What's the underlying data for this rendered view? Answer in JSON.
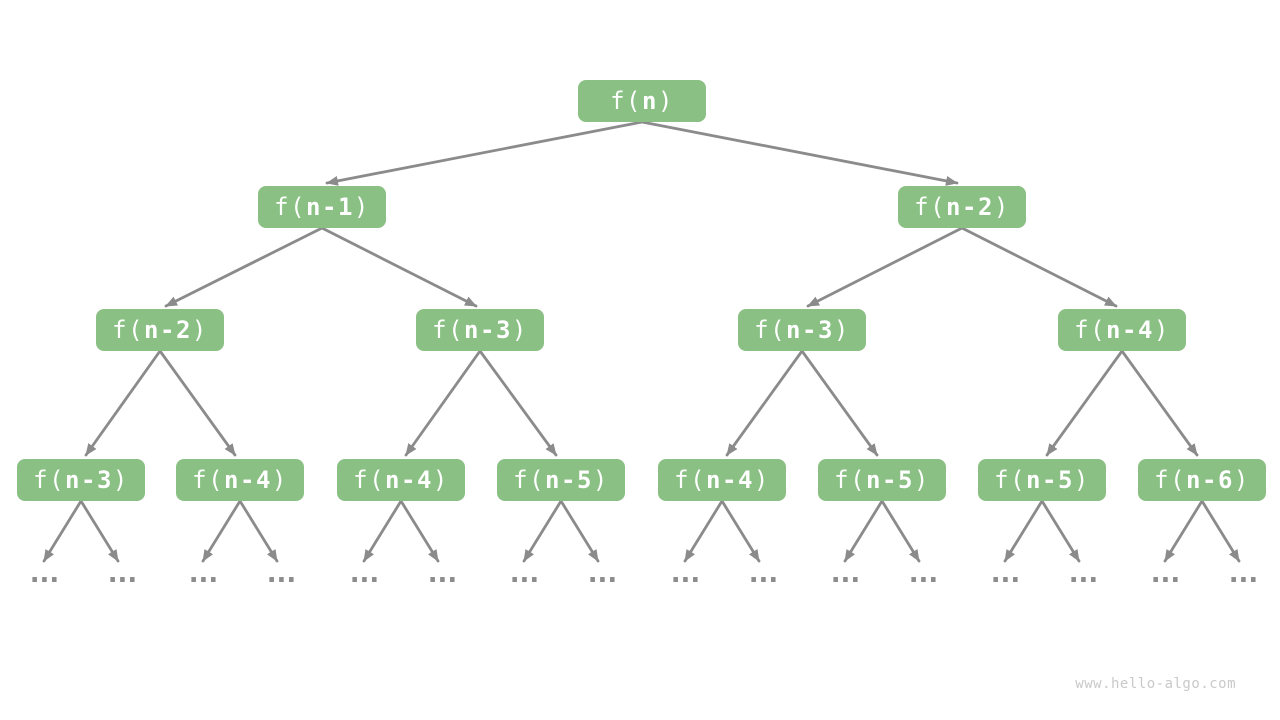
{
  "colors": {
    "node_fill": "#8AC084",
    "node_text": "#ffffff",
    "arrow": "#8B8B8B",
    "dots": "#8C8C8C",
    "watermark": "#C9C9C9"
  },
  "ellipsis": "...",
  "watermark": {
    "text": "www.hello-algo.com"
  },
  "tree": {
    "levels": [
      {
        "nodes": [
          {
            "prefix": "f(",
            "arg": "n",
            "suffix": ")"
          }
        ]
      },
      {
        "nodes": [
          {
            "prefix": "f(",
            "arg": "n-1",
            "suffix": ")"
          },
          {
            "prefix": "f(",
            "arg": "n-2",
            "suffix": ")"
          }
        ]
      },
      {
        "nodes": [
          {
            "prefix": "f(",
            "arg": "n-2",
            "suffix": ")"
          },
          {
            "prefix": "f(",
            "arg": "n-3",
            "suffix": ")"
          },
          {
            "prefix": "f(",
            "arg": "n-3",
            "suffix": ")"
          },
          {
            "prefix": "f(",
            "arg": "n-4",
            "suffix": ")"
          }
        ]
      },
      {
        "nodes": [
          {
            "prefix": "f(",
            "arg": "n-3",
            "suffix": ")"
          },
          {
            "prefix": "f(",
            "arg": "n-4",
            "suffix": ")"
          },
          {
            "prefix": "f(",
            "arg": "n-4",
            "suffix": ")"
          },
          {
            "prefix": "f(",
            "arg": "n-5",
            "suffix": ")"
          },
          {
            "prefix": "f(",
            "arg": "n-4",
            "suffix": ")"
          },
          {
            "prefix": "f(",
            "arg": "n-5",
            "suffix": ")"
          },
          {
            "prefix": "f(",
            "arg": "n-5",
            "suffix": ")"
          },
          {
            "prefix": "f(",
            "arg": "n-6",
            "suffix": ")"
          }
        ]
      }
    ]
  }
}
